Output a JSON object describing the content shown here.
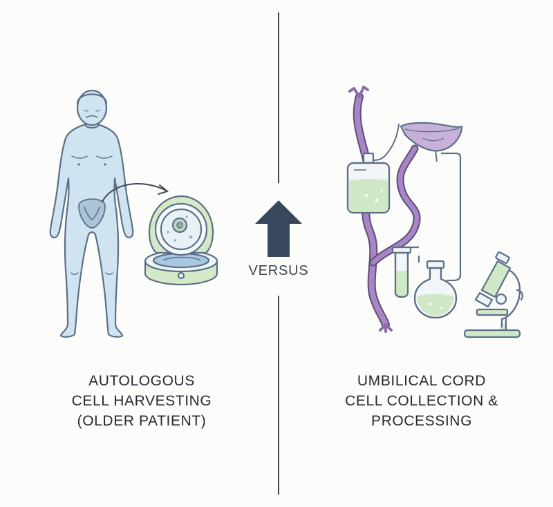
{
  "left_panel": {
    "caption_lines": [
      "AUTOLOGOUS",
      "CELL HARVESTING",
      "(OLDER PATIENT)"
    ]
  },
  "center": {
    "label": "VERSUS"
  },
  "right_panel": {
    "caption_lines": [
      "UMBILICAL CORD",
      "CELL COLLECTION &",
      "PROCESSING"
    ]
  },
  "colors": {
    "body_fill": "#cfe3f1",
    "outline": "#5b6f86",
    "green": "#cfe8c6",
    "purple": "#9b7bb8",
    "arrow": "#37475c",
    "text": "#262a2f"
  },
  "icons": [
    "human-figure-icon",
    "centrifuge-icon",
    "up-arrow-icon",
    "iv-bag-icon",
    "umbilical-cord-icon",
    "placenta-icon",
    "test-tube-icon",
    "flask-icon",
    "microscope-icon"
  ]
}
